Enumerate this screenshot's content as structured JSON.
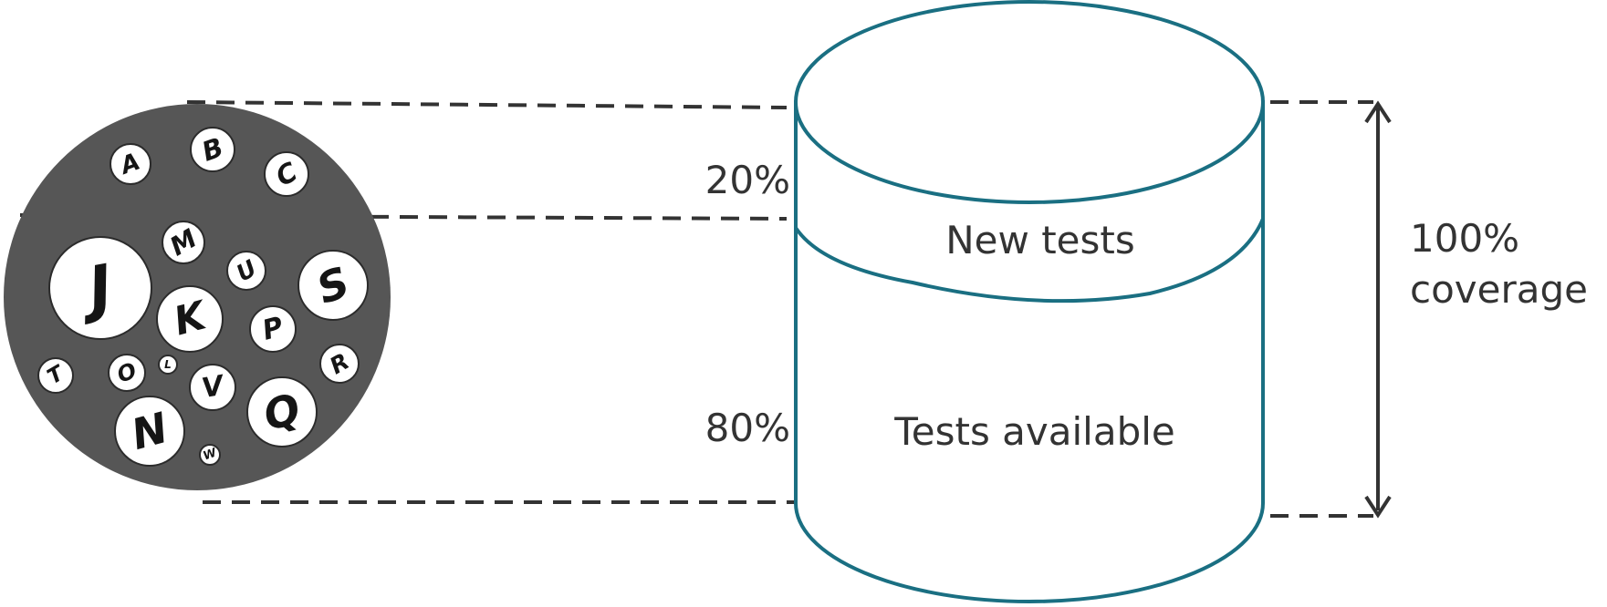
{
  "diagram": {
    "pool_balls": [
      "A",
      "B",
      "C",
      "J",
      "M",
      "U",
      "S",
      "K",
      "P",
      "T",
      "O",
      "L",
      "V",
      "R",
      "N",
      "Q",
      "W"
    ],
    "percent_top": "20%",
    "percent_bottom": "80%",
    "layer_new": "New tests",
    "layer_available": "Tests available",
    "coverage_line1": "100%",
    "coverage_line2": "coverage",
    "colors": {
      "cylinder_stroke": "#1a6f82",
      "pool_fill": "#565656",
      "dash": "#333333",
      "text": "#333333"
    }
  }
}
